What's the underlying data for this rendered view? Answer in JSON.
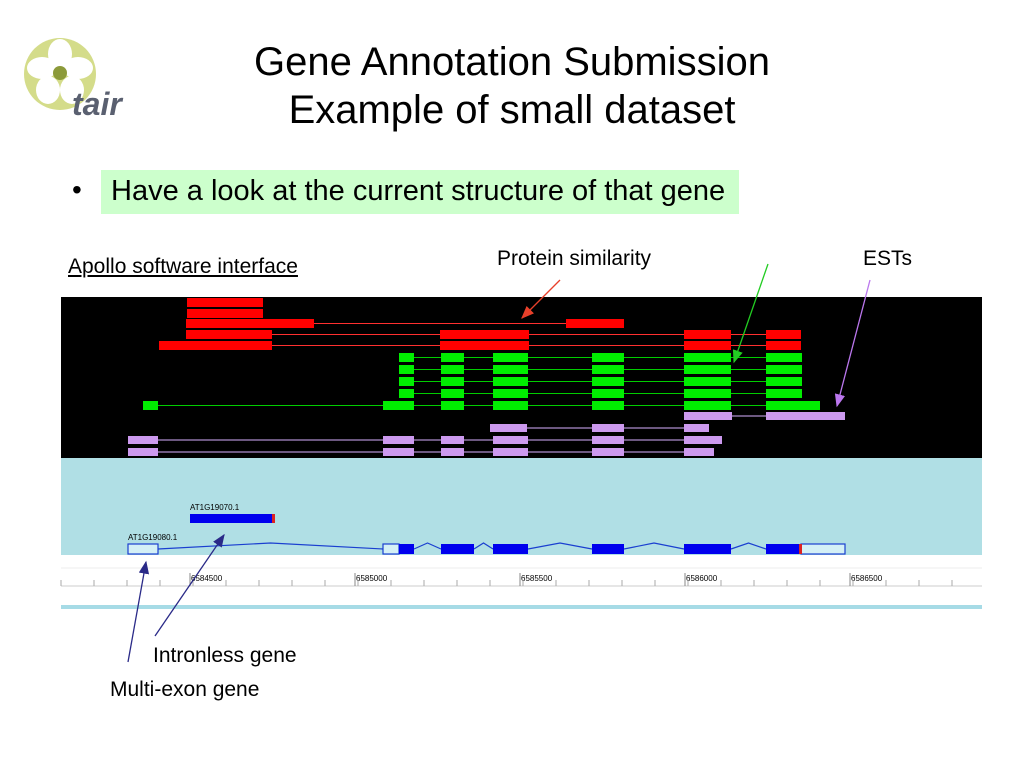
{
  "slide": {
    "title_line1": "Gene Annotation Submission",
    "title_line2": "Example of small dataset",
    "bullet": "Have a look at the current structure of that gene",
    "apollo_label": "Apollo software interface"
  },
  "logo": {
    "text": "tair"
  },
  "callouts": {
    "protein_similarity": "Protein similarity",
    "ests": "ESTs",
    "intronless_gene": "Intronless gene",
    "multi_exon_gene": "Multi-exon gene"
  },
  "genes": {
    "gene_a": "AT1G19070.1",
    "gene_b": "AT1G19080.1"
  },
  "ruler": {
    "ticks": [
      "6584500",
      "6585000",
      "6585500",
      "6586000",
      "6586500"
    ]
  },
  "colors": {
    "protein_hits": "#ff0000",
    "est_green": "#00ee00",
    "est_lavender": "#cc99ee",
    "gene_blue": "#0000ee",
    "annotation_bg": "#b0dfe5",
    "evidence_bg": "#000000",
    "bullet_highlight": "#ccffcc"
  }
}
